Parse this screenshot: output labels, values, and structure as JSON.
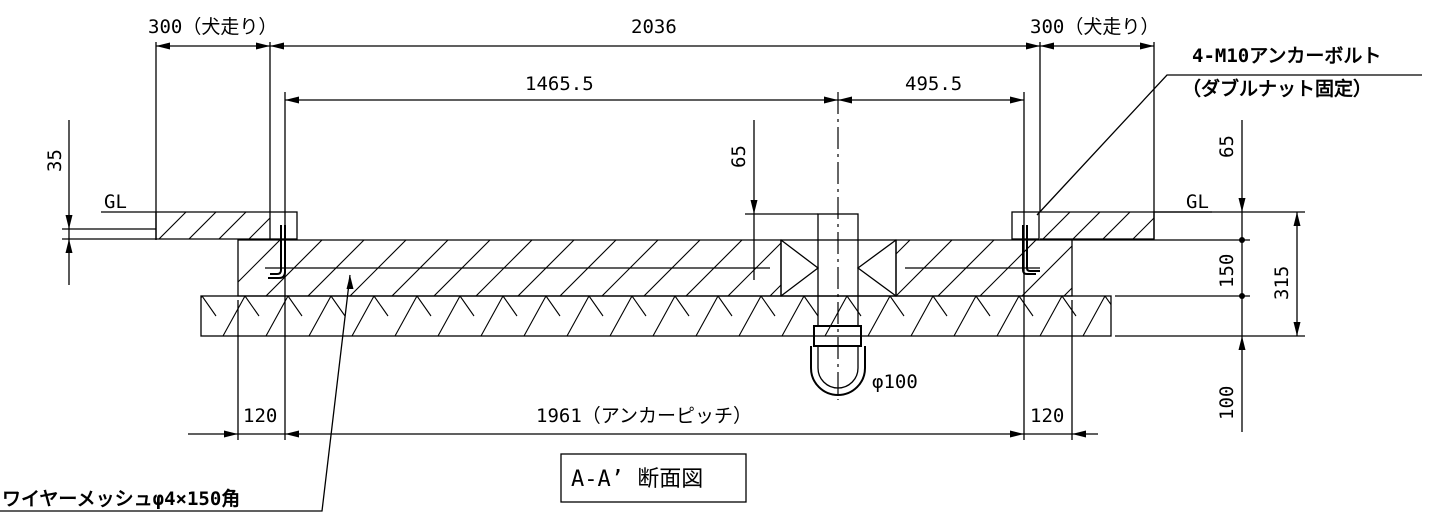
{
  "dimensions": {
    "top_left": "300（犬走り）",
    "top_center": "2036",
    "top_right": "300（犬走り）",
    "mid_left": "1465.5",
    "mid_right": "495.5",
    "pipe_depth": "65",
    "right_depth": "65",
    "left_depth": "35",
    "slab": "150",
    "total": "315",
    "base": "100",
    "edge_left": "120",
    "pitch": "1961（アンカーピッチ）",
    "edge_right": "120",
    "pipe_diameter": "φ100"
  },
  "labels": {
    "gl_left": "GL",
    "gl_right": "GL",
    "anchor_line1": "4-M10アンカーボルト",
    "anchor_line2": "（ダブルナット固定）",
    "wire_mesh": "ワイヤーメッシュφ4×150角",
    "section_title": "A-A’ 断面図"
  }
}
